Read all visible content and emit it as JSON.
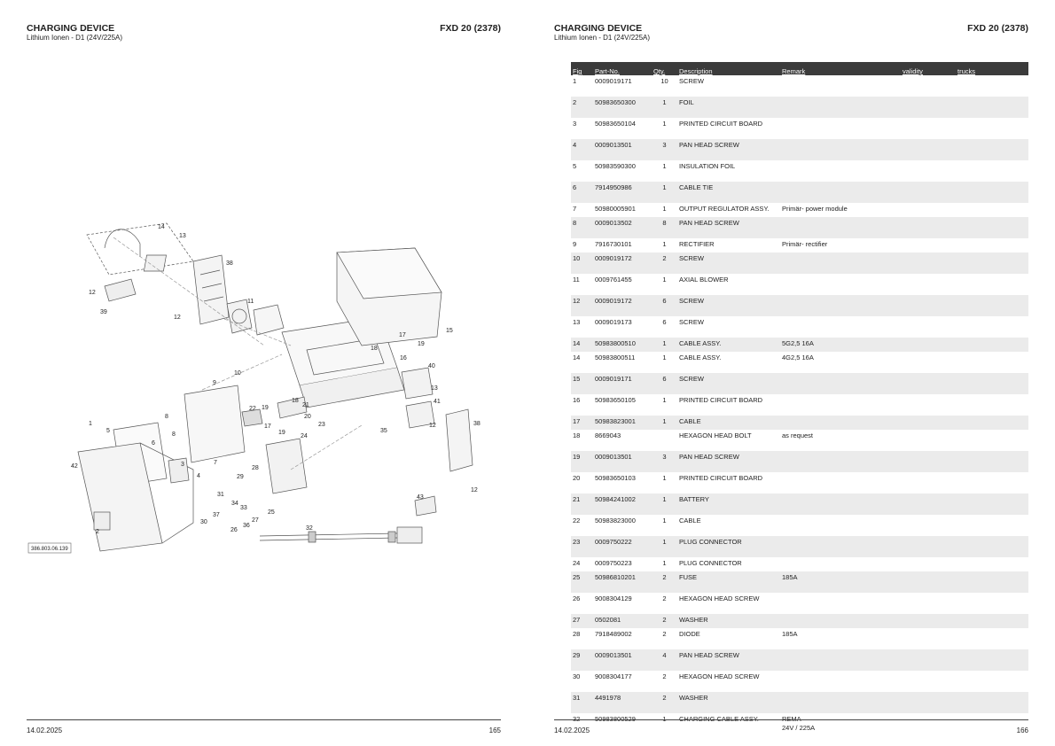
{
  "left_page": {
    "title": "CHARGING DEVICE",
    "subtitle": "Lithium Ionen - D1 (24V/225A)",
    "model": "FXD 20 (2378)",
    "drawing_id": "386.803.06.139",
    "callouts": [
      "1",
      "2",
      "5",
      "6",
      "7",
      "8",
      "8",
      "9",
      "10",
      "11",
      "12",
      "12",
      "12",
      "12",
      "13",
      "13",
      "14",
      "15",
      "16",
      "17",
      "17",
      "18",
      "18",
      "19",
      "19",
      "19",
      "20",
      "21",
      "22",
      "23",
      "24",
      "25",
      "26",
      "27",
      "28",
      "29",
      "30",
      "31",
      "32",
      "33",
      "34",
      "35",
      "36",
      "37",
      "38",
      "38",
      "39",
      "40",
      "41",
      "42",
      "43",
      "3",
      "4"
    ],
    "footer_date": "14.02.2025",
    "footer_page": "165"
  },
  "right_page": {
    "title": "CHARGING DEVICE",
    "subtitle": "Lithium Ionen - D1 (24V/225A)",
    "model": "FXD 20 (2378)",
    "footer_date": "14.02.2025",
    "footer_page": "166",
    "table": {
      "columns": [
        "Fig",
        "Part-No.",
        "Qty.",
        "Description",
        "Remark",
        "validity",
        "trucks"
      ],
      "rows": [
        {
          "fig": "1",
          "part": "0009019171",
          "qty": "10",
          "desc": "SCREW",
          "remark": ""
        },
        {
          "fig": "2",
          "part": "50983650300",
          "qty": "1",
          "desc": "FOIL",
          "remark": ""
        },
        {
          "fig": "3",
          "part": "50983650104",
          "qty": "1",
          "desc": "PRINTED CIRCUIT BOARD",
          "remark": ""
        },
        {
          "fig": "4",
          "part": "0009013501",
          "qty": "3",
          "desc": "PAN HEAD SCREW",
          "remark": ""
        },
        {
          "fig": "5",
          "part": "50983590300",
          "qty": "1",
          "desc": "INSULATION FOIL",
          "remark": ""
        },
        {
          "fig": "6",
          "part": "7914950986",
          "qty": "1",
          "desc": "CABLE TIE",
          "remark": ""
        },
        {
          "fig": "7",
          "part": "50980005901",
          "qty": "1",
          "desc": "OUTPUT REGULATOR ASSY.",
          "remark": "Primär- power module"
        },
        {
          "fig": "8",
          "part": "0009013502",
          "qty": "8",
          "desc": "PAN HEAD SCREW",
          "remark": ""
        },
        {
          "fig": "9",
          "part": "7916730101",
          "qty": "1",
          "desc": "RECTIFIER",
          "remark": "Primär- rectifier"
        },
        {
          "fig": "10",
          "part": "0009019172",
          "qty": "2",
          "desc": "SCREW",
          "remark": ""
        },
        {
          "fig": "11",
          "part": "0009761455",
          "qty": "1",
          "desc": "AXIAL BLOWER",
          "remark": ""
        },
        {
          "fig": "12",
          "part": "0009019172",
          "qty": "6",
          "desc": "SCREW",
          "remark": ""
        },
        {
          "fig": "13",
          "part": "0009019173",
          "qty": "6",
          "desc": "SCREW",
          "remark": ""
        },
        {
          "fig": "14",
          "part": "50983800510",
          "qty": "1",
          "desc": "CABLE ASSY.",
          "remark": "5G2,5 16A"
        },
        {
          "fig": "14",
          "part": "50983800511",
          "qty": "1",
          "desc": "CABLE ASSY.",
          "remark": "4G2,5 16A"
        },
        {
          "fig": "15",
          "part": "0009019171",
          "qty": "6",
          "desc": "SCREW",
          "remark": ""
        },
        {
          "fig": "16",
          "part": "50983650105",
          "qty": "1",
          "desc": "PRINTED CIRCUIT BOARD",
          "remark": ""
        },
        {
          "fig": "17",
          "part": "50983823001",
          "qty": "1",
          "desc": "CABLE",
          "remark": ""
        },
        {
          "fig": "18",
          "part": "8669043",
          "qty": "",
          "desc": "HEXAGON HEAD BOLT",
          "remark": "as request"
        },
        {
          "fig": "19",
          "part": "0009013501",
          "qty": "3",
          "desc": "PAN HEAD SCREW",
          "remark": ""
        },
        {
          "fig": "20",
          "part": "50983650103",
          "qty": "1",
          "desc": "PRINTED CIRCUIT BOARD",
          "remark": ""
        },
        {
          "fig": "21",
          "part": "50984241002",
          "qty": "1",
          "desc": "BATTERY",
          "remark": ""
        },
        {
          "fig": "22",
          "part": "50983823000",
          "qty": "1",
          "desc": "CABLE",
          "remark": ""
        },
        {
          "fig": "23",
          "part": "0009750222",
          "qty": "1",
          "desc": "PLUG CONNECTOR",
          "remark": ""
        },
        {
          "fig": "24",
          "part": "0009750223",
          "qty": "1",
          "desc": "PLUG CONNECTOR",
          "remark": ""
        },
        {
          "fig": "25",
          "part": "50986810201",
          "qty": "2",
          "desc": "FUSE",
          "remark": "185A"
        },
        {
          "fig": "26",
          "part": "9008304129",
          "qty": "2",
          "desc": "HEXAGON HEAD SCREW",
          "remark": ""
        },
        {
          "fig": "27",
          "part": "0502081",
          "qty": "2",
          "desc": "WASHER",
          "remark": ""
        },
        {
          "fig": "28",
          "part": "7918489002",
          "qty": "2",
          "desc": "DIODE",
          "remark": "185A"
        },
        {
          "fig": "29",
          "part": "0009013501",
          "qty": "4",
          "desc": "PAN HEAD SCREW",
          "remark": ""
        },
        {
          "fig": "30",
          "part": "9008304177",
          "qty": "2",
          "desc": "HEXAGON HEAD SCREW",
          "remark": ""
        },
        {
          "fig": "31",
          "part": "4491978",
          "qty": "2",
          "desc": "WASHER",
          "remark": ""
        },
        {
          "fig": "32",
          "part": "50983800529",
          "qty": "1",
          "desc": "CHARGING CABLE ASSY.",
          "remark": "REMA",
          "remark2": "24V / 225A"
        }
      ]
    }
  }
}
